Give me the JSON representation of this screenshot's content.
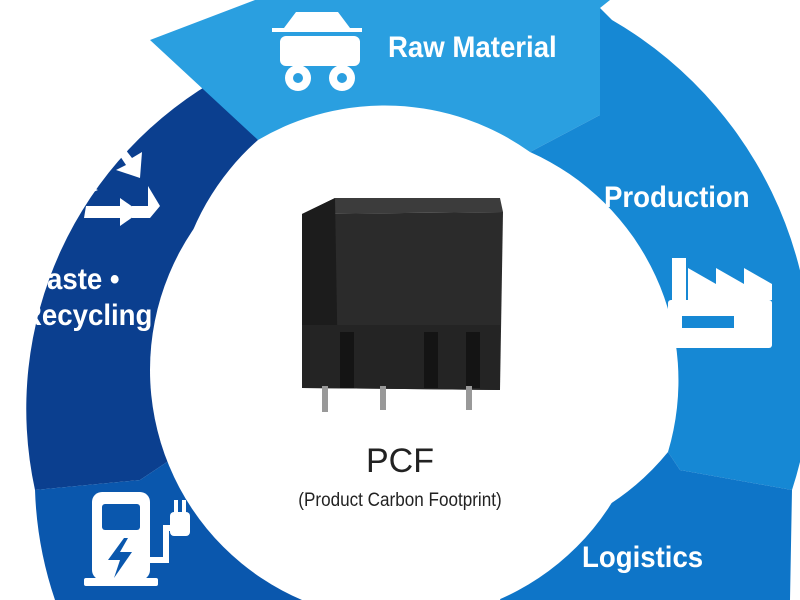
{
  "segments": [
    {
      "id": "raw-material",
      "label": "Raw Material",
      "color": "#2a9fe0",
      "icon": "mine-cart-icon"
    },
    {
      "id": "production",
      "label": "Production",
      "color": "#1688d4",
      "icon": "factory-icon"
    },
    {
      "id": "logistics",
      "label": "Logistics",
      "color": "#0e75c8",
      "icon": "truck-icon"
    },
    {
      "id": "usage",
      "label": "",
      "color": "#0a57ad",
      "icon": "ev-charger-icon"
    },
    {
      "id": "waste-recycling",
      "label": "Waste •\nRecycling",
      "color": "#0b3f8f",
      "icon": "recycle-icon"
    }
  ],
  "center": {
    "title": "PCF",
    "subtitle": "(Product Carbon Footprint)",
    "image": "relay-product-image"
  },
  "colors": {
    "center_fill": "#ffffff",
    "text_dark": "#222222",
    "relay_body": "#2b2b2b"
  }
}
